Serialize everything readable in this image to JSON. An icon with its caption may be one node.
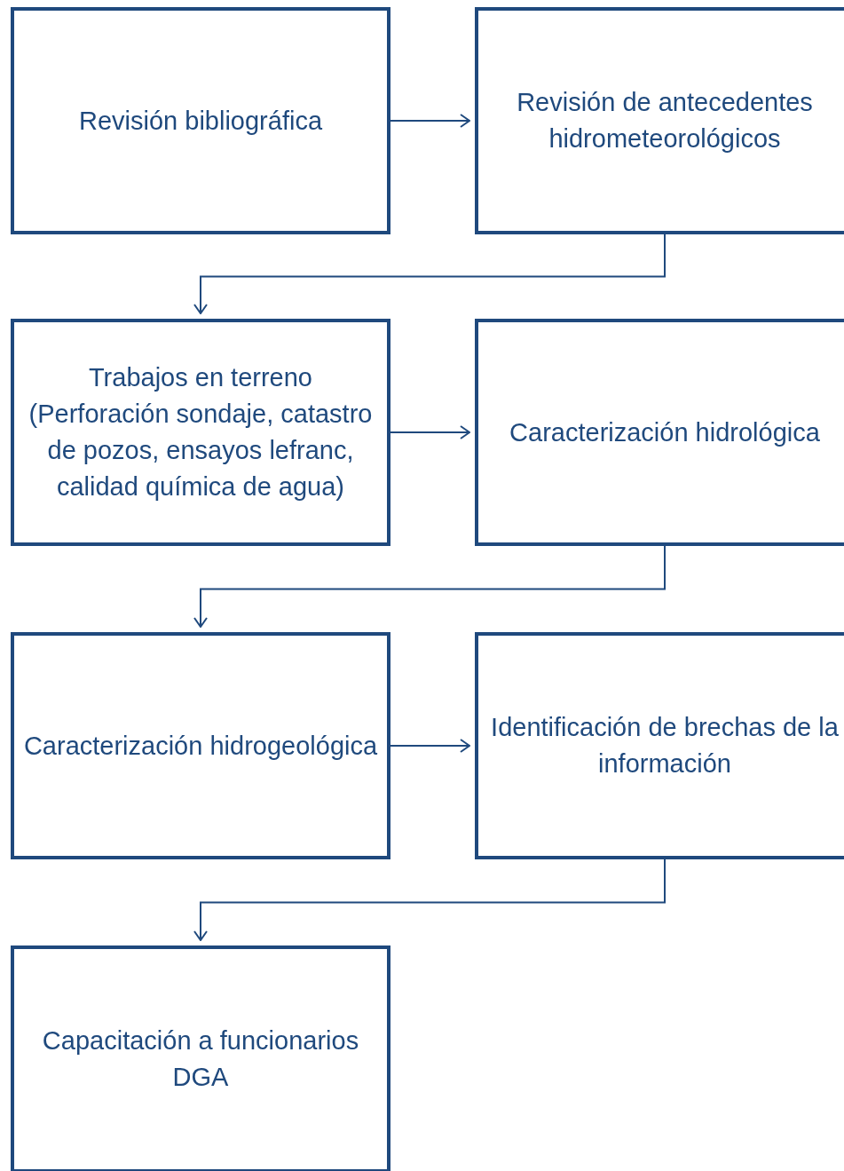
{
  "diagram": {
    "nodes": [
      {
        "text": [
          "Revisión bibliográfica"
        ]
      },
      {
        "text": [
          "Revisión de antecedentes hidrometeorológicos"
        ]
      },
      {
        "text": [
          "Trabajos en terreno (Perforación sondaje, catastro de pozos, ensayos lefranc, calidad química de agua)"
        ]
      },
      {
        "text": [
          "Caracterización hidrológica"
        ]
      },
      {
        "text": [
          "Caracterización hidrogeológica"
        ]
      },
      {
        "text": [
          "Identificación de brechas de la información"
        ]
      },
      {
        "text": [
          "Capacitación a funcionarios DGA"
        ]
      }
    ],
    "edges": [
      {
        "from": 0,
        "to": 1,
        "arrow": "to"
      },
      {
        "from": 1,
        "to": 2,
        "arrow": "to"
      },
      {
        "from": 2,
        "to": 3,
        "arrow": "to"
      },
      {
        "from": 3,
        "to": 4,
        "arrow": "to"
      },
      {
        "from": 4,
        "to": 5,
        "arrow": "to"
      },
      {
        "from": 5,
        "to": 6,
        "arrow": "to"
      }
    ]
  }
}
